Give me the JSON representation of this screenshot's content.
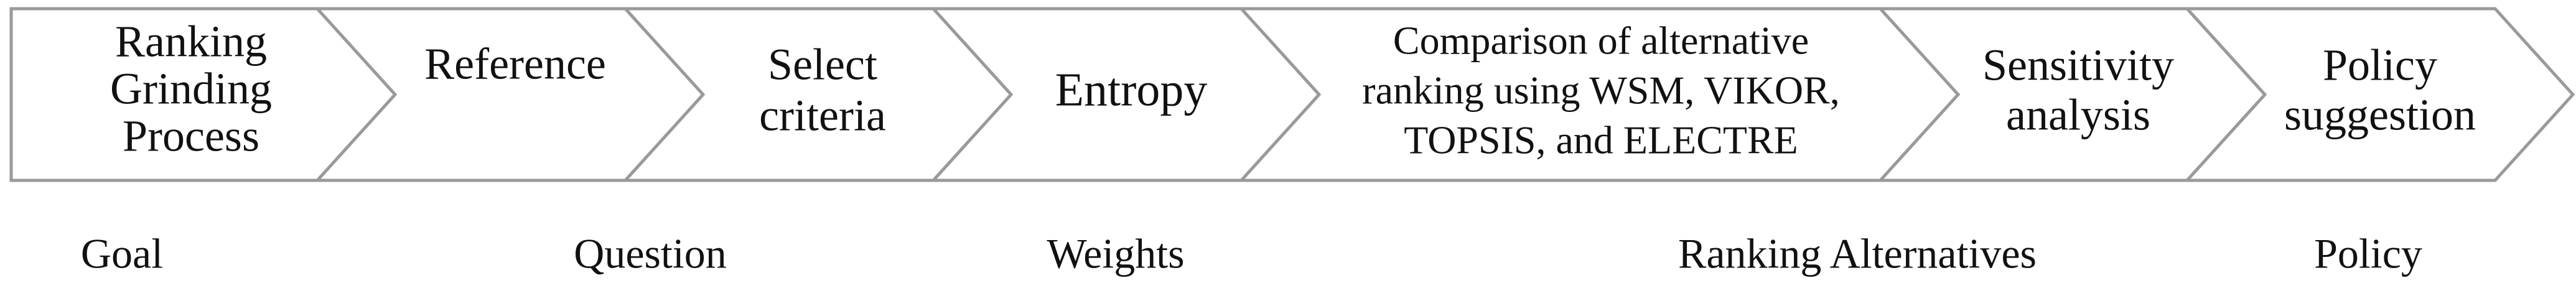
{
  "steps": [
    {
      "id": "ranking-grinding-process",
      "lines": [
        "Ranking",
        "Grinding",
        "Process"
      ]
    },
    {
      "id": "reference",
      "lines": [
        "Reference"
      ]
    },
    {
      "id": "select-criteria",
      "lines": [
        "Select",
        "criteria"
      ]
    },
    {
      "id": "entropy",
      "lines": [
        "Entropy"
      ]
    },
    {
      "id": "comparison",
      "lines": [
        "Comparison  of alternative",
        "ranking using WSM, VIKOR,",
        "TOPSIS, and ELECTRE"
      ]
    },
    {
      "id": "sensitivity-analysis",
      "lines": [
        "Sensitivity",
        "analysis"
      ]
    },
    {
      "id": "policy-suggestion",
      "lines": [
        "Policy",
        "suggestion"
      ]
    }
  ],
  "phases": [
    {
      "id": "goal",
      "label": "Goal"
    },
    {
      "id": "question",
      "label": "Question"
    },
    {
      "id": "weights",
      "label": "Weights"
    },
    {
      "id": "ranking-alternatives",
      "label": "Ranking Alternatives"
    },
    {
      "id": "policy",
      "label": "Policy"
    }
  ]
}
